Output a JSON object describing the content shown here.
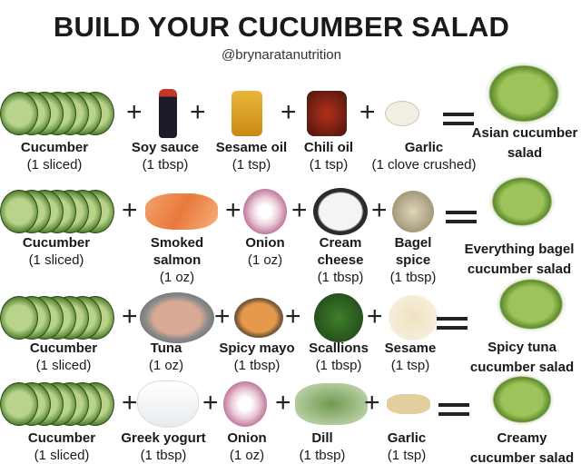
{
  "title": "BUILD YOUR CUCUMBER SALAD",
  "handle": "@brynaratanutrition",
  "operators": {
    "plus": "+"
  },
  "rows": [
    {
      "ingredients": [
        {
          "name": "Cucumber",
          "amount": "(1 sliced)",
          "icon": "cucumber-slices"
        },
        {
          "name": "Soy sauce",
          "amount": "(1 tbsp)",
          "icon": "soy-sauce-bottle"
        },
        {
          "name": "Sesame oil",
          "amount": "(1 tsp)",
          "icon": "sesame-oil-jar"
        },
        {
          "name": "Chili oil",
          "amount": "(1 tsp)",
          "icon": "chili-oil-jar"
        },
        {
          "name": "Garlic",
          "amount": "(1 clove crushed)",
          "icon": "garlic-clove"
        }
      ],
      "result": "Asian cucumber\nsalad"
    },
    {
      "ingredients": [
        {
          "name": "Cucumber",
          "amount": "(1 sliced)",
          "icon": "cucumber-slices"
        },
        {
          "name": "Smoked\nsalmon",
          "amount": "(1 oz)",
          "icon": "smoked-salmon"
        },
        {
          "name": "Onion",
          "amount": "(1 oz)",
          "icon": "onion-slice"
        },
        {
          "name": "Cream\ncheese",
          "amount": "(1 tbsp)",
          "icon": "cream-cheese-bowl"
        },
        {
          "name": "Bagel\nspice",
          "amount": "(1 tbsp)",
          "icon": "bagel-spice"
        }
      ],
      "result": "Everything bagel\ncucumber salad"
    },
    {
      "ingredients": [
        {
          "name": "Cucumber",
          "amount": "(1 sliced)",
          "icon": "cucumber-slices"
        },
        {
          "name": "Tuna",
          "amount": "(1 oz)",
          "icon": "tuna-can"
        },
        {
          "name": "Spicy mayo",
          "amount": "(1 tbsp)",
          "icon": "spicy-mayo-bowl"
        },
        {
          "name": "Scallions",
          "amount": "(1 tbsp)",
          "icon": "scallions-bowl"
        },
        {
          "name": "Sesame",
          "amount": "(1 tsp)",
          "icon": "sesame-seeds"
        }
      ],
      "result": "Spicy tuna\ncucumber salad"
    },
    {
      "ingredients": [
        {
          "name": "Cucumber",
          "amount": "(1 sliced)",
          "icon": "cucumber-slices"
        },
        {
          "name": "Greek yogurt",
          "amount": "(1 tbsp)",
          "icon": "greek-yogurt-bowl"
        },
        {
          "name": "Onion",
          "amount": "(1 oz)",
          "icon": "onion-slice"
        },
        {
          "name": "Dill",
          "amount": "(1 tbsp)",
          "icon": "dill-sprig"
        },
        {
          "name": "Garlic",
          "amount": "(1 tsp)",
          "icon": "minced-garlic"
        }
      ],
      "result": "Creamy\ncucumber salad"
    }
  ]
}
